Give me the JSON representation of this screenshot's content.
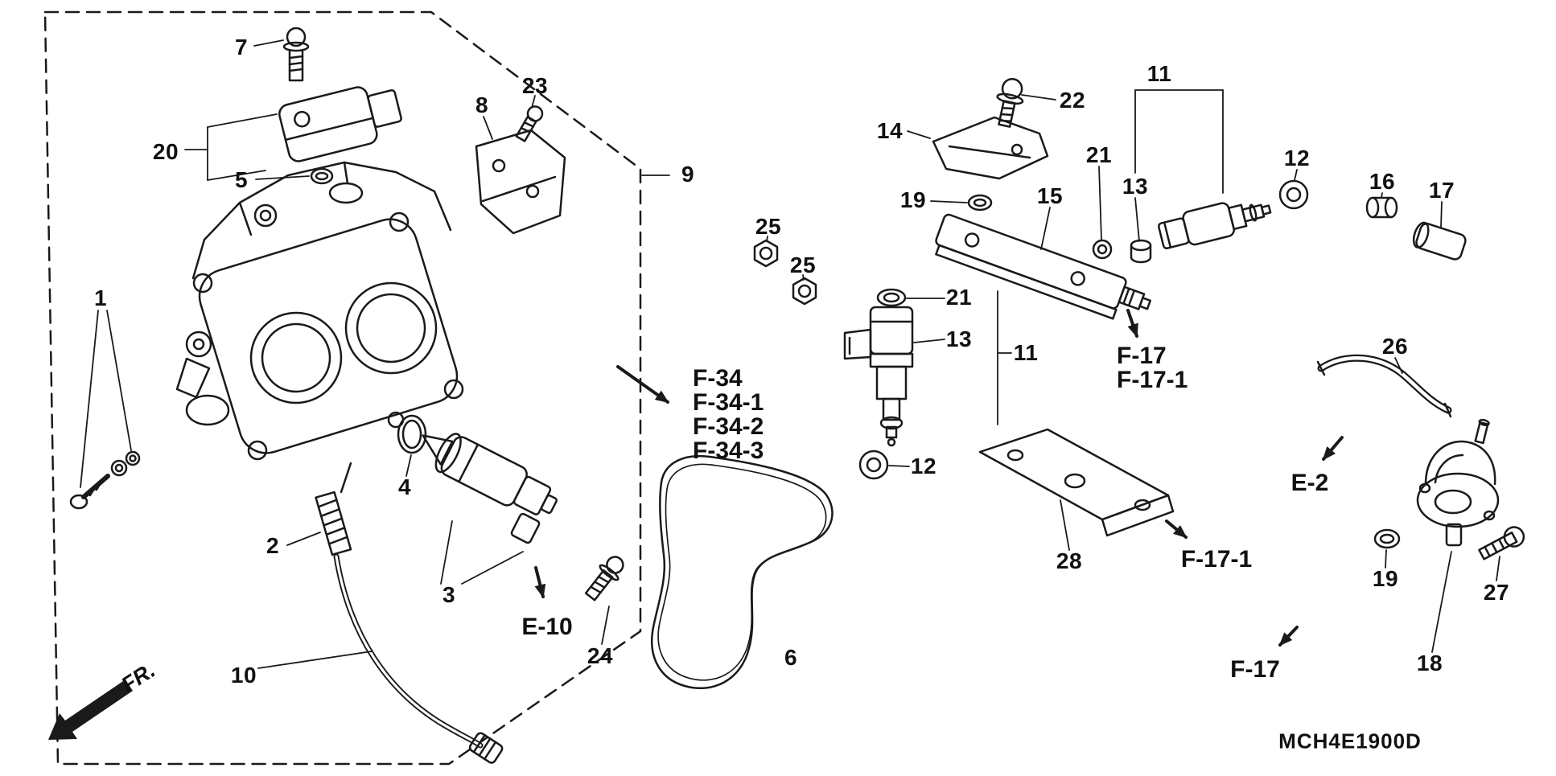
{
  "figure_code": "MCH4E1900D",
  "direction": {
    "label": "FR."
  },
  "colors": {
    "ink": "#1a1a1a",
    "background": "#ffffff"
  },
  "part_labels": [
    {
      "num": "7"
    },
    {
      "num": "23"
    },
    {
      "num": "8"
    },
    {
      "num": "20"
    },
    {
      "num": "5"
    },
    {
      "num": "9"
    },
    {
      "num": "1"
    },
    {
      "num": "25"
    },
    {
      "num": "25"
    },
    {
      "num": "4"
    },
    {
      "num": "2"
    },
    {
      "num": "3"
    },
    {
      "num": "24"
    },
    {
      "num": "10"
    },
    {
      "num": "6"
    },
    {
      "num": "22"
    },
    {
      "num": "14"
    },
    {
      "num": "11"
    },
    {
      "num": "21"
    },
    {
      "num": "19"
    },
    {
      "num": "13"
    },
    {
      "num": "15"
    },
    {
      "num": "12"
    },
    {
      "num": "16"
    },
    {
      "num": "17"
    },
    {
      "num": "21"
    },
    {
      "num": "13"
    },
    {
      "num": "11"
    },
    {
      "num": "26"
    },
    {
      "num": "12"
    },
    {
      "num": "28"
    },
    {
      "num": "19"
    },
    {
      "num": "27"
    },
    {
      "num": "18"
    }
  ],
  "ref_labels": [
    {
      "code": "F-34"
    },
    {
      "code": "F-34-1"
    },
    {
      "code": "F-34-2"
    },
    {
      "code": "F-34-3"
    },
    {
      "code": "F-17"
    },
    {
      "code": "F-17-1"
    },
    {
      "code": "E-10"
    },
    {
      "code": "E-2"
    },
    {
      "code": "F-17-1"
    },
    {
      "code": "F-17"
    }
  ]
}
